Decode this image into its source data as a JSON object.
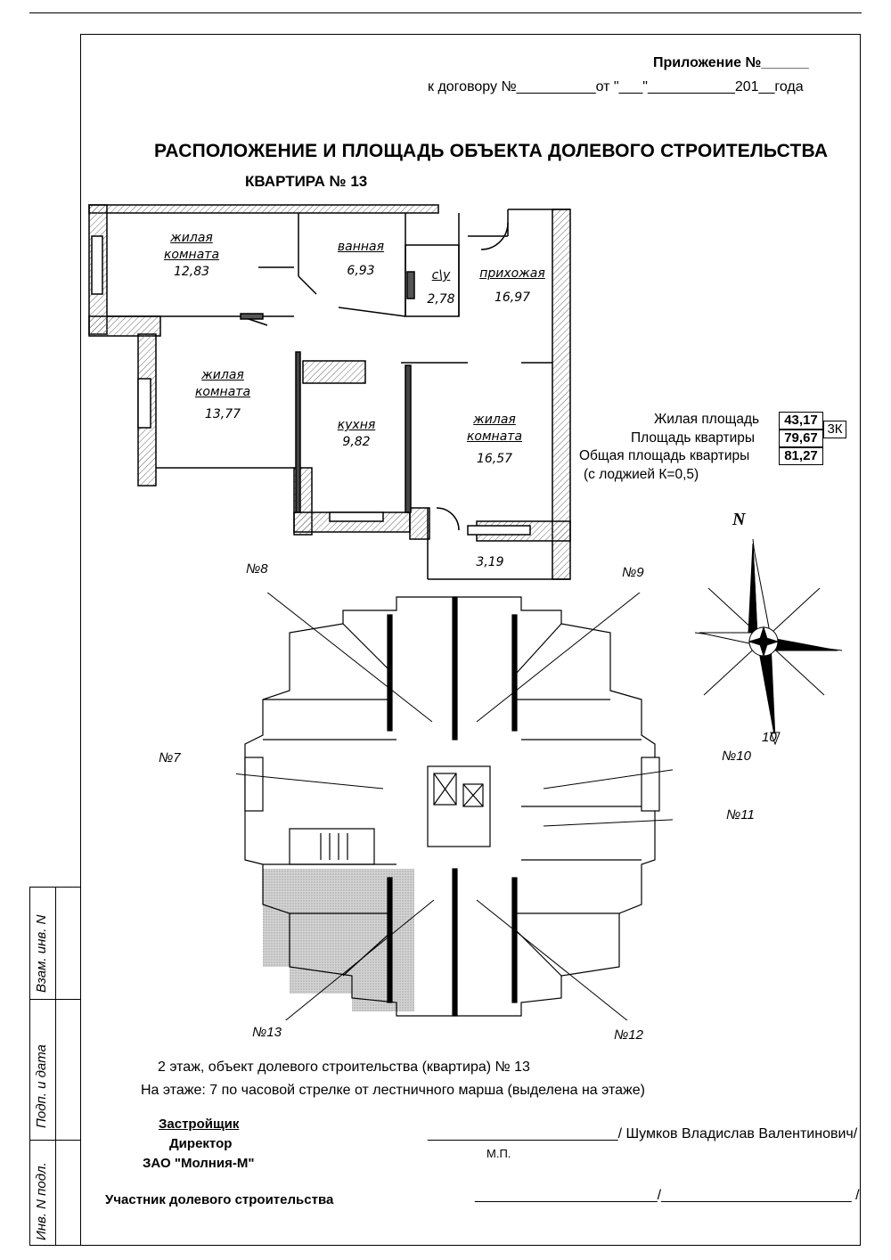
{
  "header": {
    "appendix": "Приложение №______",
    "contract_line": "к договору №__________от \"___\"___________201__года",
    "title": "РАСПОЛОЖЕНИЕ И ПЛОЩАДЬ ОБЪЕКТА ДОЛЕВОГО СТРОИТЕЛЬСТВА",
    "apartment": "КВАРТИРА № 13"
  },
  "rooms": [
    {
      "name": [
        "жилая",
        "комната"
      ],
      "area": "12,83"
    },
    {
      "name": [
        "ванная"
      ],
      "area": "6,93"
    },
    {
      "name": [
        "с\\у"
      ],
      "area": "2,78"
    },
    {
      "name": [
        "прихожая"
      ],
      "area": "16,97"
    },
    {
      "name": [
        "жилая",
        "комната"
      ],
      "area": "13,77"
    },
    {
      "name": [
        "кухня"
      ],
      "area": "9,82"
    },
    {
      "name": [
        "жилая",
        "комната"
      ],
      "area": "16,57"
    },
    {
      "name": [],
      "area": "3,19"
    }
  ],
  "areas": {
    "living_label": "Жилая площадь",
    "living_value": "43,17",
    "rooms_code": "3К",
    "apartment_label": "Площадь квартиры",
    "apartment_value": "79,67",
    "total_label": "Общая площадь квартиры",
    "total_value": "81,27",
    "note": "(с лоджией К=0,5)"
  },
  "compass": {
    "north": "N"
  },
  "floor_plan_labels": [
    "№8",
    "№9",
    "№7",
    "№10",
    "№11",
    "№13",
    "№12"
  ],
  "footer": {
    "floor_line": "2 этаж, объект долевого строительства (квартира) № 13",
    "position_line": "На этаже:  7 по часовой стрелке от лестничного марша (выделена на этаже)",
    "developer": "Застройщик",
    "director": "Директор",
    "company": "ЗАО \"Молния-М\"",
    "signature": "________________________/ Шумков Владислав Валентинович/",
    "stamp_mark": "М.П.",
    "participant": "Участник долевого строительства",
    "participant_sign": "_______________________/________________________ /"
  },
  "side_stamp": {
    "interchange": "Взам. инв. N",
    "sign_date": "Подп. и дата",
    "inventory": "Инв. N подл."
  },
  "colors": {
    "wall_fill": "#d9d9d9",
    "highlight_fill": "#cfcfcf"
  }
}
